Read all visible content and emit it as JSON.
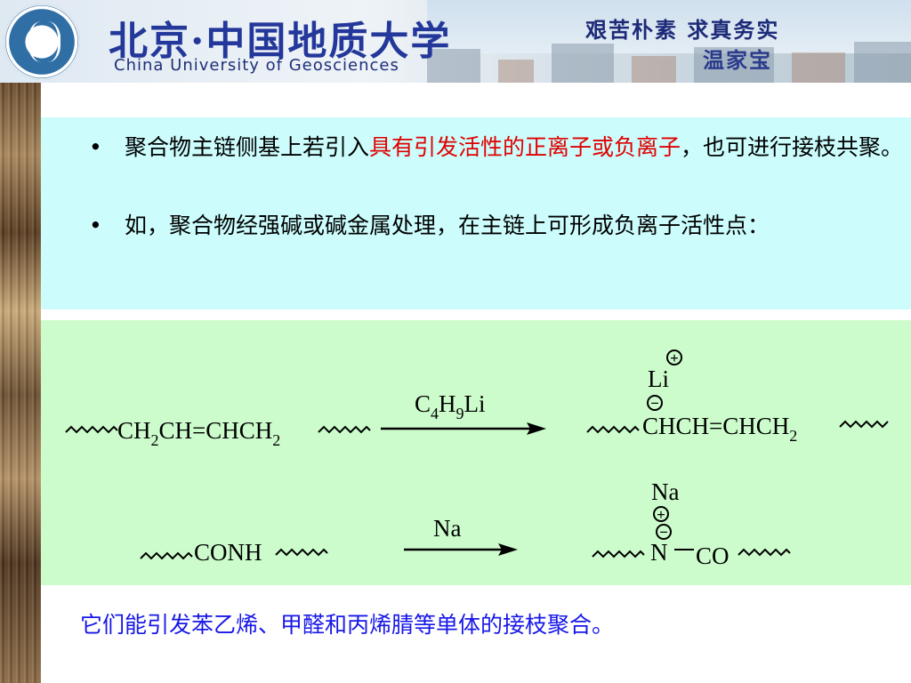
{
  "header": {
    "university_cn": "北京·中国地质大学",
    "university_en": "China University of Geosciences",
    "motto_line1": "艰苦朴素 求真务实",
    "motto_line2": "温家宝"
  },
  "bullets": [
    {
      "text_before": "聚合物主链侧基上若引入",
      "highlight": "具有引发活性的正离子或负离子",
      "text_after": "，也可进行接枝共聚。"
    },
    {
      "text": "如，聚合物经强碱或碱金属处理，在主链上可形成负离子活性点："
    }
  ],
  "reaction1": {
    "reactant_main": "CH",
    "reactant_sub1": "2",
    "reactant_mid": "CH=CHCH",
    "reactant_sub2": "2",
    "reagent_c": "C",
    "reagent_c_sub": "4",
    "reagent_h": "H",
    "reagent_h_sub": "9",
    "reagent_li": "Li",
    "product_main": "CHCH=CHCH",
    "product_sub": "2",
    "product_cation": "Li",
    "plus_sign": "+",
    "minus_sign": "−"
  },
  "reaction2": {
    "reactant": "CONH",
    "reagent": "Na",
    "product_cation": "Na",
    "product_n": "N",
    "product_co": "CO",
    "plus_sign": "+",
    "minus_sign": "−"
  },
  "footer": {
    "text": "它们能引发苯乙烯、甲醛和丙烯腈等单体的接枝聚合。"
  },
  "colors": {
    "text_panel_bg": "#ccfcfc",
    "chem_panel_bg": "#ccfccc",
    "highlight": "#e10000",
    "footer_text": "#1717e8"
  }
}
